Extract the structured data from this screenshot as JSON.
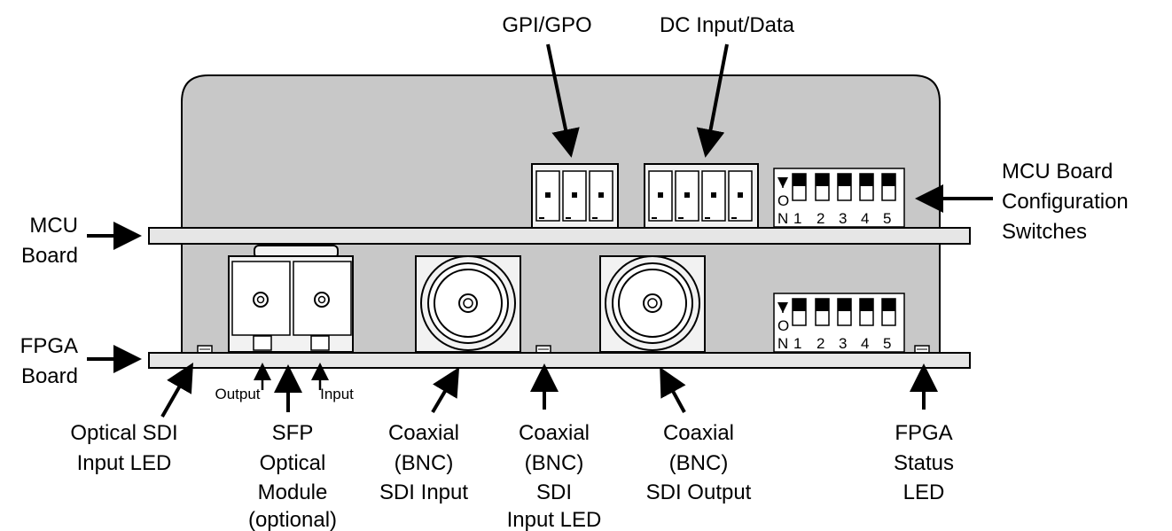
{
  "callouts": {
    "gpi_gpo": "GPI/GPO",
    "dc_input": "DC Input/Data",
    "mcu_switches": [
      "MCU Board",
      "Configuration",
      "Switches"
    ],
    "mcu_board": [
      "MCU",
      "Board"
    ],
    "fpga_board": [
      "FPGA",
      "Board"
    ],
    "optical_led": [
      "Optical SDI",
      "Input LED"
    ],
    "sfp": [
      "SFP",
      "Optical",
      "Module",
      "(optional)"
    ],
    "sfp_output": "Output",
    "sfp_input": "Input",
    "bnc_in": [
      "Coaxial",
      "(BNC)",
      "SDI Input"
    ],
    "bnc_led": [
      "Coaxial",
      "(BNC)",
      "SDI",
      "Input LED"
    ],
    "bnc_out": [
      "Coaxial",
      "(BNC)",
      "SDI Output"
    ],
    "fpga_led": [
      "FPGA",
      "Status",
      "LED"
    ]
  },
  "switch_banks": {
    "on_label": [
      "O",
      "N"
    ],
    "positions": [
      "1",
      "2",
      "3",
      "4",
      "5"
    ]
  },
  "colors": {
    "enclosure": "#c8c8c8",
    "board": "#e6e6e6",
    "connector": "#f2f2f2",
    "ink": "#000000"
  }
}
